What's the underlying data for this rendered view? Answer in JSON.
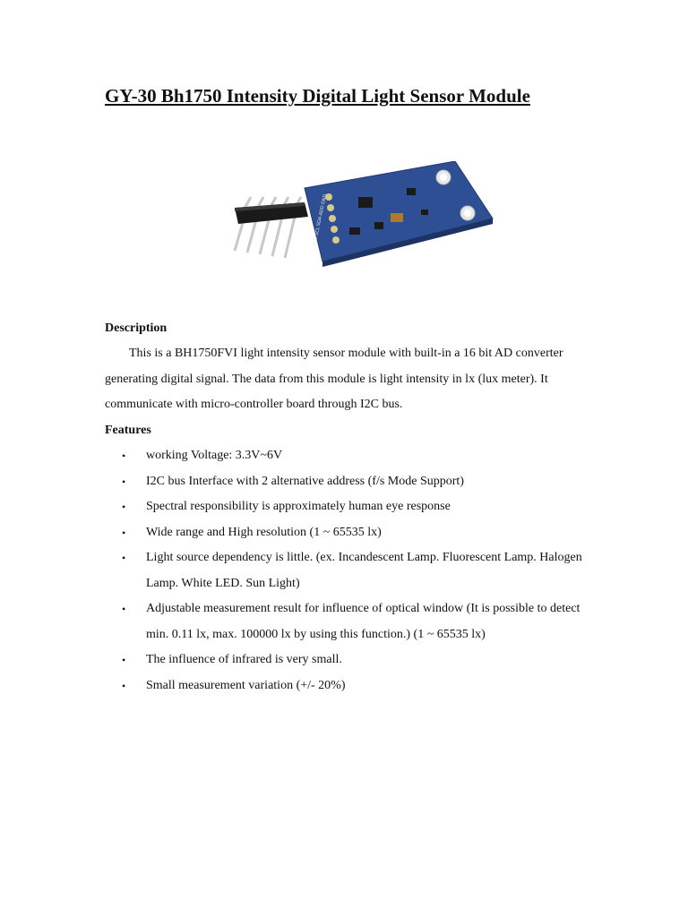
{
  "document": {
    "title": "GY-30 Bh1750 Intensity Digital Light Sensor Module",
    "description_heading": "Description",
    "description_lines": [
      "This is a BH1750FVI light intensity sensor module with built-in a 16 bit AD converter",
      "generating digital signal. The data from this module is light intensity in lx (lux meter). It",
      "communicate with micro-controller board through I2C bus."
    ],
    "features_heading": "Features",
    "bullet_glyph": "•",
    "features": [
      {
        "lines": [
          "working Voltage: 3.3V~6V"
        ]
      },
      {
        "lines": [
          "I2C bus Interface with 2 alternative address (f/s Mode Support)"
        ]
      },
      {
        "lines": [
          "Spectral responsibility is approximately human eye response"
        ]
      },
      {
        "lines": [
          "Wide range and High resolution (1 ~ 65535 lx)"
        ]
      },
      {
        "lines": [
          "Light source dependency is little. (ex. Incandescent Lamp. Fluorescent Lamp. Halogen",
          "Lamp. White LED. Sun Light)"
        ]
      },
      {
        "lines": [
          "Adjustable measurement result for influence of optical window (It is possible to detect",
          "min. 0.11 lx, max. 100000 lx by using this function.) (1 ~ 65535 lx)"
        ]
      },
      {
        "lines": [
          "The influence of infrared is very small."
        ]
      },
      {
        "lines": [
          "Small measurement variation (+/- 20%)"
        ]
      }
    ]
  },
  "image": {
    "description": "Photo of a blue GY-30 sensor circuit board with a separate 5-pin header",
    "board_color": "#2f4f95",
    "header_color": "#1a1a1a",
    "pin_color": "#c8c8c8",
    "pad_color": "#d8c98a",
    "silk_labels": [
      "VCC",
      "SCL",
      "SDA",
      "ADD",
      "GND"
    ]
  }
}
